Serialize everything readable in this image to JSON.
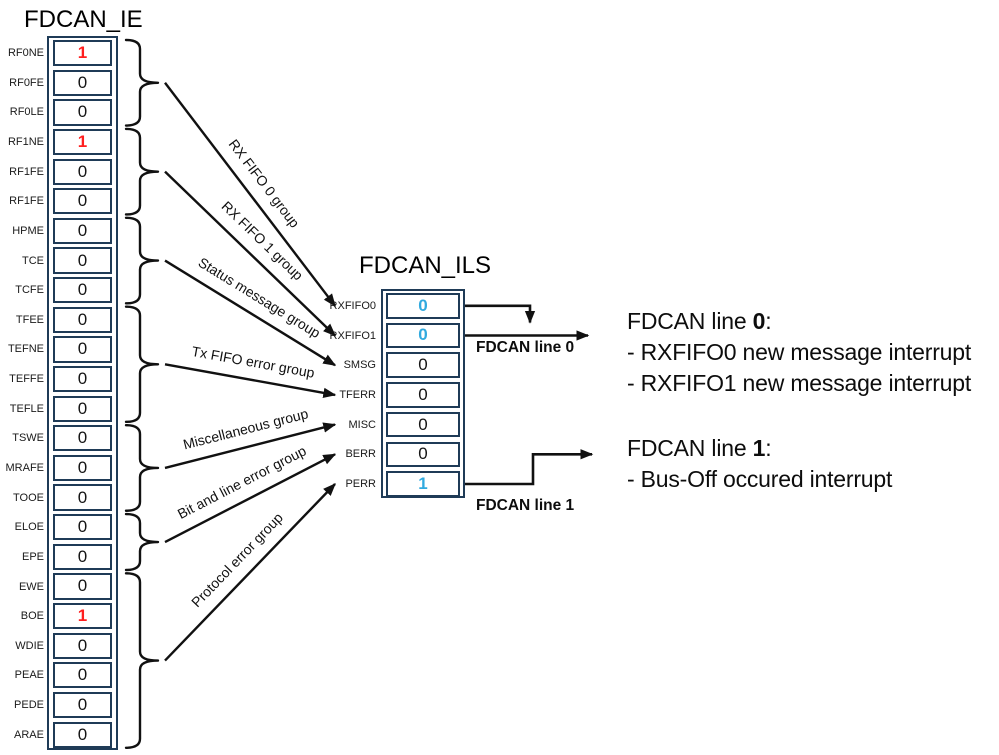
{
  "ie_register": {
    "title": "FDCAN_IE",
    "rows": [
      {
        "label": "RF0NE",
        "value": "1",
        "color": "red"
      },
      {
        "label": "RF0FE",
        "value": "0",
        "color": ""
      },
      {
        "label": "RF0LE",
        "value": "0",
        "color": ""
      },
      {
        "label": "RF1NE",
        "value": "1",
        "color": "red"
      },
      {
        "label": "RF1FE",
        "value": "0",
        "color": ""
      },
      {
        "label": "RF1FE",
        "value": "0",
        "color": ""
      },
      {
        "label": "HPME",
        "value": "0",
        "color": ""
      },
      {
        "label": "TCE",
        "value": "0",
        "color": ""
      },
      {
        "label": "TCFE",
        "value": "0",
        "color": ""
      },
      {
        "label": "TFEE",
        "value": "0",
        "color": ""
      },
      {
        "label": "TEFNE",
        "value": "0",
        "color": ""
      },
      {
        "label": "TEFFE",
        "value": "0",
        "color": ""
      },
      {
        "label": "TEFLE",
        "value": "0",
        "color": ""
      },
      {
        "label": "TSWE",
        "value": "0",
        "color": ""
      },
      {
        "label": "MRAFE",
        "value": "0",
        "color": ""
      },
      {
        "label": "TOOE",
        "value": "0",
        "color": ""
      },
      {
        "label": "ELOE",
        "value": "0",
        "color": ""
      },
      {
        "label": "EPE",
        "value": "0",
        "color": ""
      },
      {
        "label": "EWE",
        "value": "0",
        "color": ""
      },
      {
        "label": "BOE",
        "value": "1",
        "color": "red"
      },
      {
        "label": "WDIE",
        "value": "0",
        "color": ""
      },
      {
        "label": "PEAE",
        "value": "0",
        "color": ""
      },
      {
        "label": "PEDE",
        "value": "0",
        "color": ""
      },
      {
        "label": "ARAE",
        "value": "0",
        "color": ""
      }
    ]
  },
  "ils_register": {
    "title": "FDCAN_ILS",
    "rows": [
      {
        "label": "RXFIFO0",
        "value": "0",
        "color": "blue"
      },
      {
        "label": "RXFIFO1",
        "value": "0",
        "color": "blue"
      },
      {
        "label": "SMSG",
        "value": "0",
        "color": ""
      },
      {
        "label": "TFERR",
        "value": "0",
        "color": ""
      },
      {
        "label": "MISC",
        "value": "0",
        "color": ""
      },
      {
        "label": "BERR",
        "value": "0",
        "color": ""
      },
      {
        "label": "PERR",
        "value": "1",
        "color": "blue"
      }
    ]
  },
  "groups": [
    {
      "label": "RX FIFO 0 group"
    },
    {
      "label": "RX FIFO 1 group"
    },
    {
      "label": "Status message group"
    },
    {
      "label": "Tx FIFO error group"
    },
    {
      "label": "Miscellaneous group"
    },
    {
      "label": "Bit and line error group"
    },
    {
      "label": "Protocol error group"
    }
  ],
  "line_outputs": [
    {
      "label": "FDCAN line 0"
    },
    {
      "label": "FDCAN line 1"
    }
  ],
  "annotations": [
    {
      "title_prefix": "FDCAN line ",
      "number": "0",
      "suffix": ":",
      "items": [
        "- RXFIFO0 new message interrupt",
        "- RXFIFO1 new message interrupt"
      ]
    },
    {
      "title_prefix": "FDCAN line ",
      "number": "1",
      "suffix": ":",
      "items": [
        "- Bus-Off occured interrupt"
      ]
    }
  ],
  "colors": {
    "border": "#1f3b57",
    "red": "#ff1f1f",
    "blue": "#31aadf",
    "ink": "#111111"
  }
}
